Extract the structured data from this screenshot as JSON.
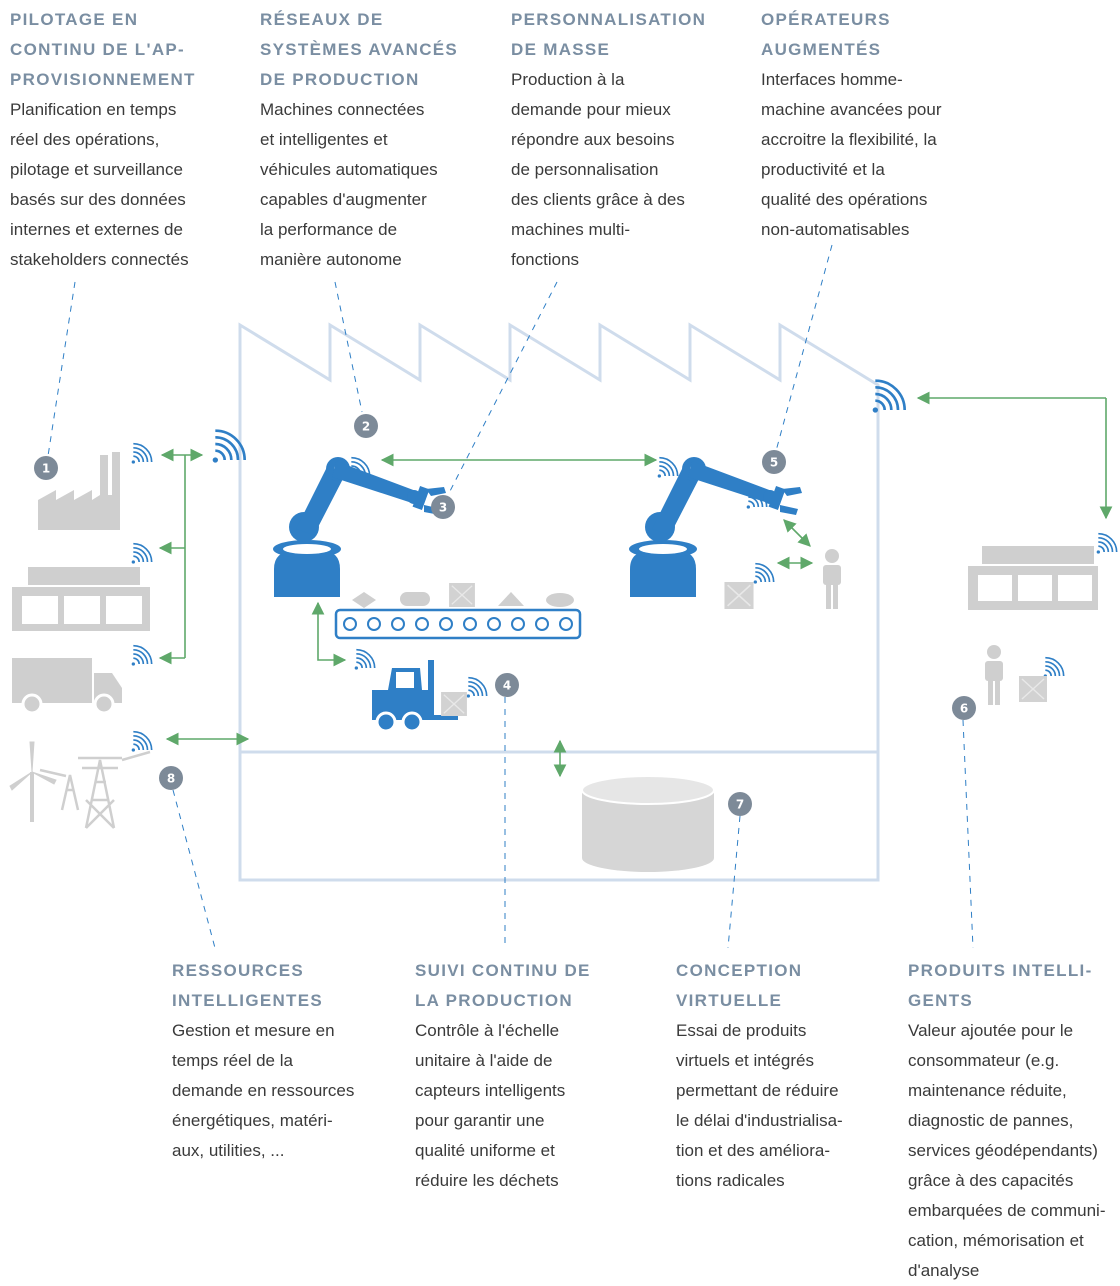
{
  "colors": {
    "heading": "#7a8ea2",
    "body_text": "#3a3a3a",
    "building_outline": "#cfdcec",
    "robot_blue": "#2f7fc6",
    "arrow_green": "#5fa86a",
    "badge_gray": "#7d8a98",
    "icon_gray": "#cfcfcf"
  },
  "blocks": [
    {
      "number": "1",
      "title": "PILOTAGE EN\nCONTINU DE L'AP-\nPROVISIONNEMENT",
      "text": "Planification en temps\nréel des opérations,\npilotage et surveillance\nbasés sur des données\ninternes et externes de\nstakeholders connectés"
    },
    {
      "number": "2",
      "title": "RÉSEAUX DE\nSYSTÈMES AVANCÉS\nDE PRODUCTION",
      "text": "Machines connectées\net intelligentes et\nvéhicules automatiques\ncapables d'augmenter\nla performance de\nmanière autonome"
    },
    {
      "number": "3",
      "title": "PERSONNALISATION\nDE MASSE",
      "text": "Production à la\ndemande pour mieux\nrépondre aux besoins\nde personnalisation\ndes clients grâce à des\nmachines multi-\nfonctions"
    },
    {
      "number": "5",
      "title": "OPÉRATEURS\nAUGMENTÉS",
      "text": "Interfaces homme-\nmachine avancées pour\naccroitre la flexibilité, la\nproductivité et la\nqualité des opérations\nnon-automatisables"
    },
    {
      "number": "8",
      "title": "RESSOURCES\nINTELLIGENTES",
      "text": "Gestion et mesure en\ntemps réel de la\ndemande en ressources\nénergétiques, matéri-\naux, utilities, ..."
    },
    {
      "number": "4",
      "title": "SUIVI CONTINU DE\nLA PRODUCTION",
      "text": "Contrôle à l'échelle\nunitaire à l'aide de\ncapteurs intelligents\npour garantir une\nqualité uniforme et\nréduire les déchets"
    },
    {
      "number": "7",
      "title": "CONCEPTION\nVIRTUELLE",
      "text": "Essai de produits\nvirtuels et intégrés\npermettant de réduire\nle délai d'industrialisa-\ntion et des améliora-\ntions radicales"
    },
    {
      "number": "6",
      "title": "PRODUITS INTELLI-\nGENTS",
      "text": "Valeur ajoutée pour le\nconsommateur (e.g.\nmaintenance réduite,\ndiagnostic de pannes,\nservices géodépendants)\ngrâce à des capacités\nembarquées de communi-\ncation, mémorisation et\nd'analyse"
    }
  ],
  "icons": [
    "factory-icon",
    "store-icon",
    "truck-icon",
    "wind-turbine-icon",
    "power-pylon-icon",
    "robot-arm-icon",
    "conveyor-belt-icon",
    "forklift-icon",
    "database-cylinder-icon",
    "operator-person-icon",
    "package-box-icon",
    "wifi-signal-icon",
    "antenna-icon"
  ]
}
